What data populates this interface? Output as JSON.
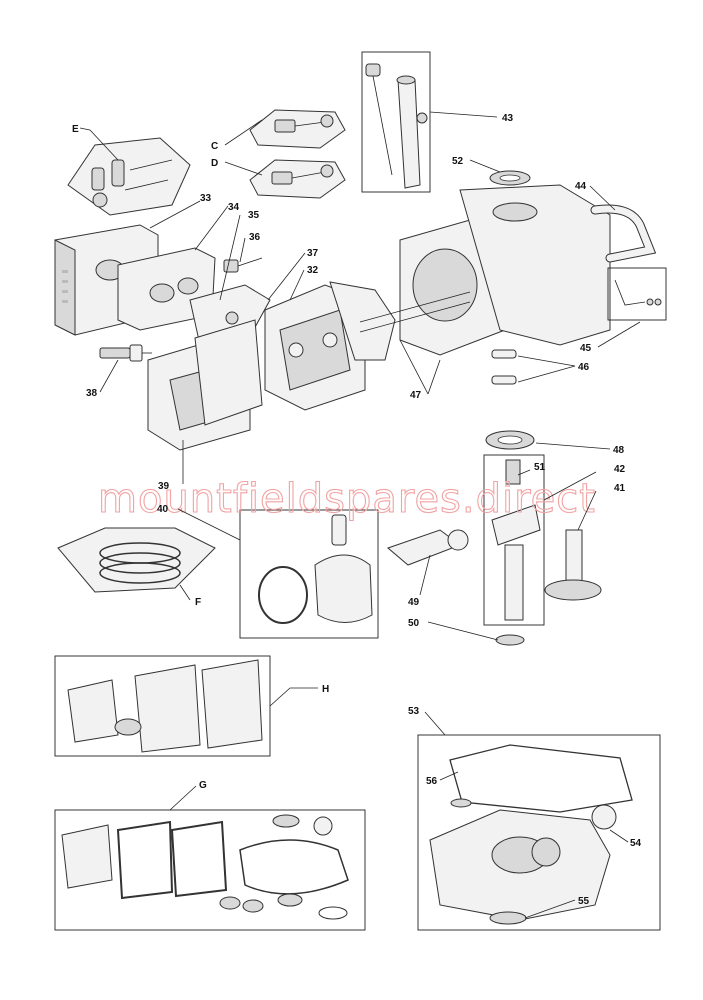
{
  "watermark": "mountfieldspares.direct",
  "callouts": [
    "E",
    "C",
    "D",
    "33",
    "34",
    "35",
    "36",
    "37",
    "32",
    "38",
    "39",
    "40",
    "F",
    "43",
    "52",
    "44",
    "45",
    "46",
    "47",
    "48",
    "51",
    "42",
    "41",
    "49",
    "50",
    "H",
    "G",
    "53",
    "56",
    "54",
    "55"
  ]
}
